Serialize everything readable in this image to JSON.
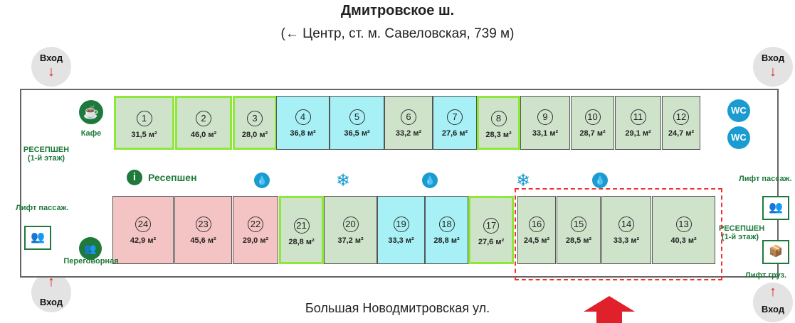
{
  "header": {
    "title": "Дмитровское ш.",
    "subtitle": "(← Центр, ст. м. Савеловская, 739 м)"
  },
  "footer": {
    "street": "Большая Новодмитровская ул."
  },
  "entrances": [
    "Вход",
    "Вход",
    "Вход",
    "Вход"
  ],
  "labels": {
    "cafe": "Кафе",
    "reception_left": "РЕСЕПШЕН\n(1-й этаж)",
    "reception_right": "РЕСЕПШЕН\n(1-й этаж)",
    "reception_main": "Ресепшен",
    "lift_pass_left": "Лифт пассаж.",
    "lift_pass_right": "Лифт пассаж.",
    "lift_cargo": "Лифт груз.",
    "meeting": "Переговорная",
    "wc": "WC"
  },
  "colors": {
    "green": "#cfe3cb",
    "blue": "#a6f0f6",
    "pink": "#f4c4c4",
    "lime": "#8ee83a",
    "selection": "#e33333"
  },
  "rooms": [
    {
      "num": "1",
      "area": "31,5 м²",
      "color": "green",
      "lime": true
    },
    {
      "num": "2",
      "area": "46,0 м²",
      "color": "green",
      "lime": true
    },
    {
      "num": "3",
      "area": "28,0 м²",
      "color": "green",
      "lime": true
    },
    {
      "num": "4",
      "area": "36,8 м²",
      "color": "blue"
    },
    {
      "num": "5",
      "area": "36,5 м²",
      "color": "blue"
    },
    {
      "num": "6",
      "area": "33,2 м²",
      "color": "green"
    },
    {
      "num": "7",
      "area": "27,6 м²",
      "color": "blue"
    },
    {
      "num": "8",
      "area": "28,3 м²",
      "color": "green",
      "lime": true
    },
    {
      "num": "9",
      "area": "33,1 м²",
      "color": "green"
    },
    {
      "num": "10",
      "area": "28,7 м²",
      "color": "green"
    },
    {
      "num": "11",
      "area": "29,1 м²",
      "color": "green"
    },
    {
      "num": "12",
      "area": "24,7 м²",
      "color": "green"
    },
    {
      "num": "24",
      "area": "42,9 м²",
      "color": "pink"
    },
    {
      "num": "23",
      "area": "45,6 м²",
      "color": "pink"
    },
    {
      "num": "22",
      "area": "29,0 м²",
      "color": "pink"
    },
    {
      "num": "21",
      "area": "28,8 м²",
      "color": "green",
      "lime": true
    },
    {
      "num": "20",
      "area": "37,2 м²",
      "color": "green"
    },
    {
      "num": "19",
      "area": "33,3 м²",
      "color": "blue"
    },
    {
      "num": "18",
      "area": "28,8 м²",
      "color": "blue"
    },
    {
      "num": "17",
      "area": "27,6 м²",
      "color": "green",
      "lime": true
    },
    {
      "num": "16",
      "area": "24,5 м²",
      "color": "green"
    },
    {
      "num": "15",
      "area": "28,5 м²",
      "color": "green"
    },
    {
      "num": "14",
      "area": "33,3 м²",
      "color": "green"
    },
    {
      "num": "13",
      "area": "40,3 м²",
      "color": "green"
    }
  ]
}
